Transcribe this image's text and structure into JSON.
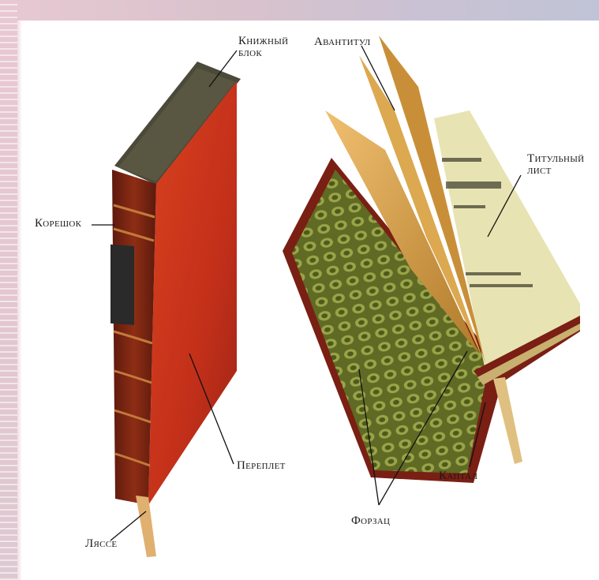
{
  "labels": {
    "knizhny_blok_line1": "Книжный",
    "knizhny_blok_line2": "блок",
    "avantitul": "Авантитул",
    "titulny_list_line1": "Титульный",
    "titulny_list_line2": "лист",
    "koreshok": "Корешок",
    "pereplet": "Переплет",
    "kaptal": "Каптал",
    "forzac": "Форзац",
    "lyasse": "Ляссе"
  },
  "colors": {
    "binding_red": "#c4321c",
    "spine_dark": "#7a2412",
    "endpaper_green": "#6e7a2c",
    "page_cream": "#e8e3b2",
    "flyleaf_gold": "#d6a24a"
  }
}
